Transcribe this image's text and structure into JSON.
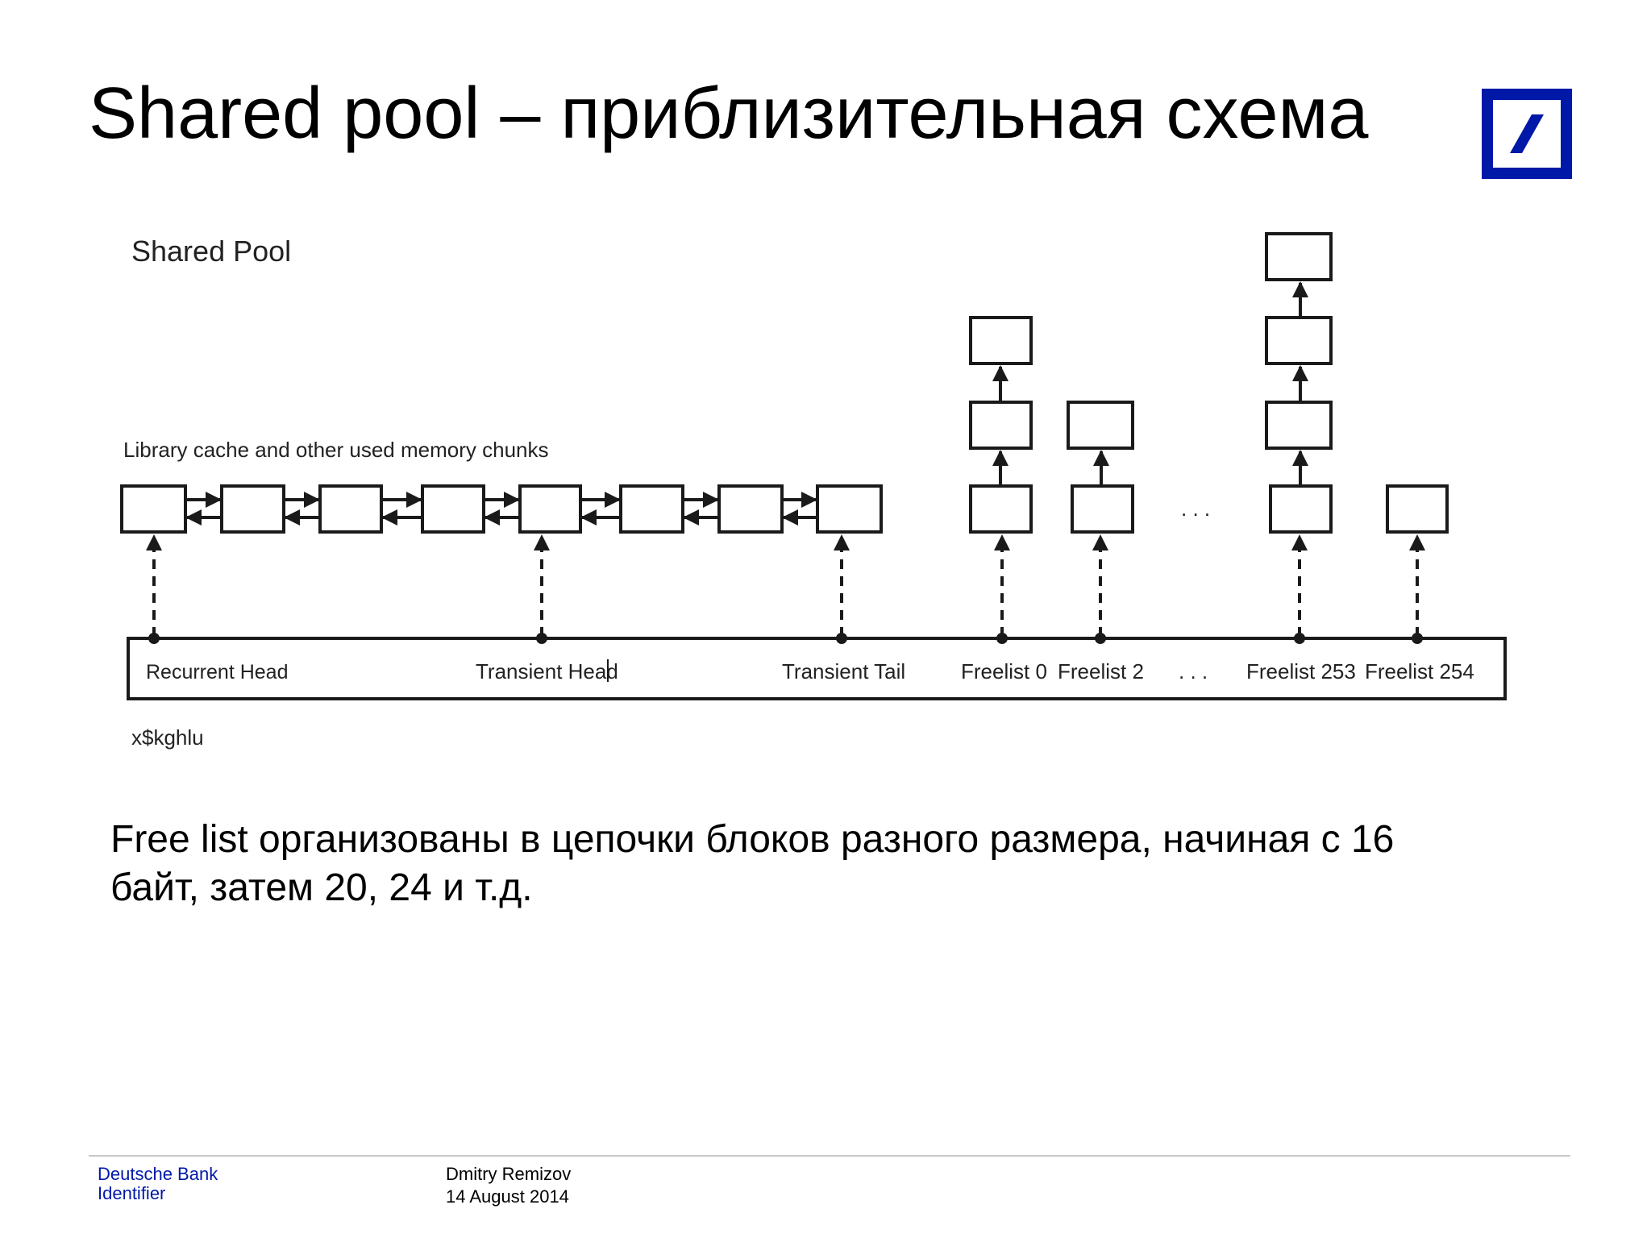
{
  "slide": {
    "title": "Shared pool – приблизительная схема",
    "body_line1": "Free list организованы в цепочки блоков разного размера, начиная с 16",
    "body_line2": "байт, затем 20, 24 и т.д."
  },
  "diagram": {
    "heading": "Shared Pool",
    "chunks_label": "Library cache and other used memory chunks",
    "ellipsis_top": ". . .",
    "ellipsis_bar": ". . .",
    "structure_label": "x$kghlu",
    "pointers": [
      {
        "label": "Recurrent Head"
      },
      {
        "label": "Transient Head"
      },
      {
        "label": "Transient Tail"
      },
      {
        "label": "Freelist 0"
      },
      {
        "label": "Freelist 2"
      },
      {
        "label": "Freelist 253"
      },
      {
        "label": "Freelist 254"
      }
    ]
  },
  "logo": {
    "name": "deutsche-bank-logo",
    "color": "#0018a8"
  },
  "footer": {
    "brand_line1": "Deutsche Bank",
    "brand_line2": "Identifier",
    "author": "Dmitry Remizov",
    "date": "14 August 2014"
  },
  "colors": {
    "brand": "#0018a8",
    "line": "#1a1a1a"
  }
}
